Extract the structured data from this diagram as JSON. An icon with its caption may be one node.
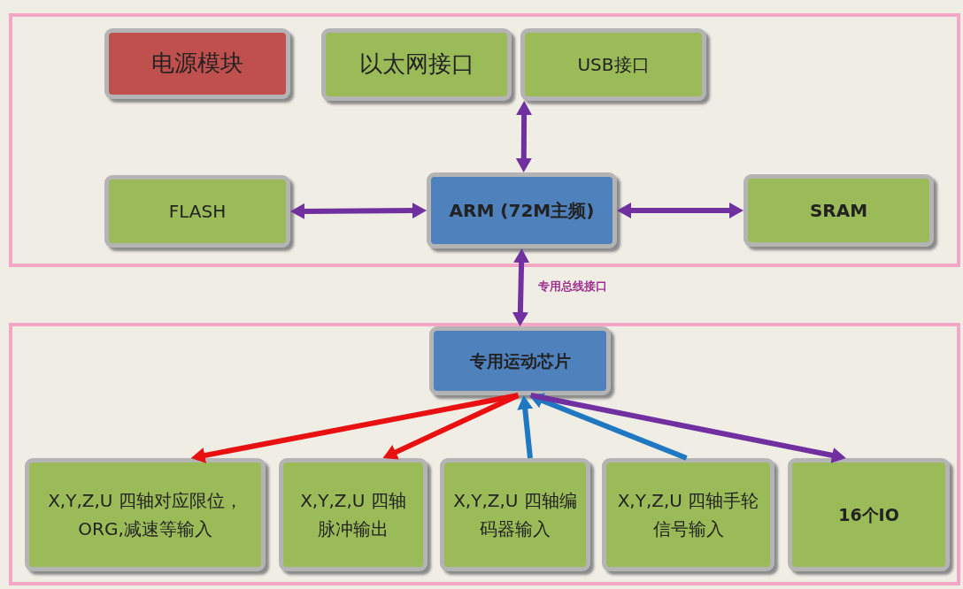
{
  "diagram": {
    "nodes": [
      {
        "text": [],
        "shape": "box"
      },
      {
        "text": [],
        "shape": "box"
      },
      {
        "text": [
          "电源模块"
        ],
        "in": 0
      },
      {
        "text": [
          "以太网接口"
        ],
        "in": 0
      },
      {
        "text": [
          "USB接口"
        ],
        "in": 0
      },
      {
        "text": [
          "FLASH"
        ],
        "in": 0
      },
      {
        "text": [
          "ARM (72M主频)"
        ],
        "in": 0
      },
      {
        "text": [
          "SRAM"
        ],
        "in": 0
      },
      {
        "text": [
          "专用运动芯片"
        ],
        "in": 1
      },
      {
        "text": [
          "X,Y,Z,U 四轴对应限位，ORG,减速等输入"
        ],
        "in": 1
      },
      {
        "text": [
          "X,Y,Z,U 四轴脉冲输出"
        ],
        "in": 1
      },
      {
        "text": [
          "X,Y,Z,U 四轴编码器输入"
        ],
        "in": 1
      },
      {
        "text": [
          "X,Y,Z,U 四轴手轮信号输入"
        ],
        "in": 1
      },
      {
        "text": [
          "16个IO"
        ],
        "in": 1
      }
    ],
    "edges": [
      {
        "from": 4,
        "to": 6,
        "arrow": "both"
      },
      {
        "from": 5,
        "to": 6,
        "arrow": "both"
      },
      {
        "from": 6,
        "to": 7,
        "arrow": "both"
      },
      {
        "from": 6,
        "to": 8,
        "arrow": "both",
        "label": "专用总线接口"
      },
      {
        "from": 8,
        "to": 9,
        "arrow": "to",
        "color": "#e81010"
      },
      {
        "from": 8,
        "to": 10,
        "arrow": "to",
        "color": "#e81010"
      },
      {
        "from": 11,
        "to": 8,
        "arrow": "to",
        "color": "#1f78c1"
      },
      {
        "from": 12,
        "to": 8,
        "arrow": "to",
        "color": "#1f78c1"
      },
      {
        "from": 8,
        "to": 13,
        "arrow": "to"
      }
    ]
  }
}
